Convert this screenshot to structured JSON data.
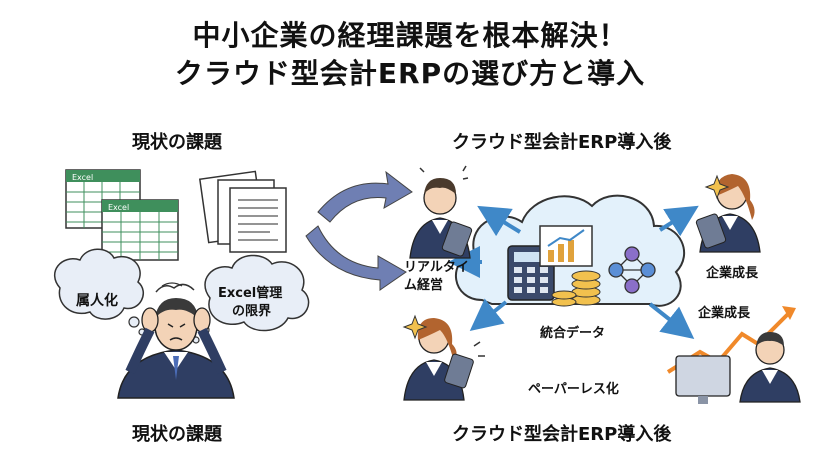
{
  "header": {
    "title_line1": "中小企業の経理課題を根本解決！",
    "title_line2": "クラウド型会計ERPの選び方と導入"
  },
  "left_panel": {
    "heading_top": "現状の課題",
    "heading_bottom": "現状の課題",
    "excel_tag": "Excel",
    "bubble_person": "属人化",
    "bubble_excel_line1": "Excel管理",
    "bubble_excel_line2": "の限界"
  },
  "right_panel": {
    "heading_top": "クラウド型会計ERP導入後",
    "heading_bottom": "クラウド型会計ERP導入後",
    "realtime_line1": "リアルタイ",
    "realtime_line2": "ム経営",
    "growth_top": "企業成長",
    "growth_right": "企業成長",
    "integrated": "統合データ",
    "paperless": "ペーパーレス化"
  },
  "colors": {
    "cloud_fill": "#e3f1fb",
    "arrow_fill": "#6f7fb3",
    "blue_arrow": "#3f88c8",
    "growth_arrow": "#f0892a",
    "suit": "#2f3e63",
    "excel_green": "#3f8f5c"
  }
}
